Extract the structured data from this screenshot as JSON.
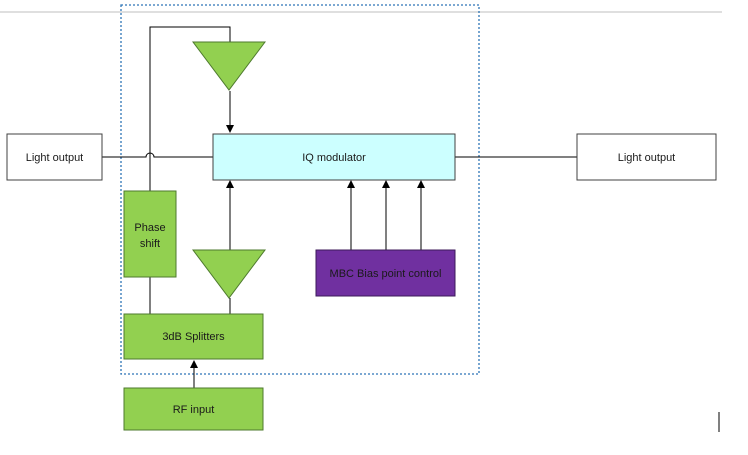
{
  "diagram": {
    "blocks": {
      "light_output_left": "Light output",
      "light_output_right": "Light output",
      "iq_modulator": "IQ modulator",
      "phase_shift_line1": "Phase",
      "phase_shift_line2": "shift",
      "splitters": "3dB Splitters",
      "rf_input": "RF input",
      "mbc_bias": "MBC Bias point control"
    },
    "colors": {
      "green_fill": "#92d050",
      "green_stroke": "#4e7a2e",
      "cyan_fill": "#ccffff",
      "purple_fill": "#7030a0",
      "purple_stroke": "#3c1a5a",
      "dotted_border": "#2e75b6",
      "line": "#000000"
    }
  }
}
